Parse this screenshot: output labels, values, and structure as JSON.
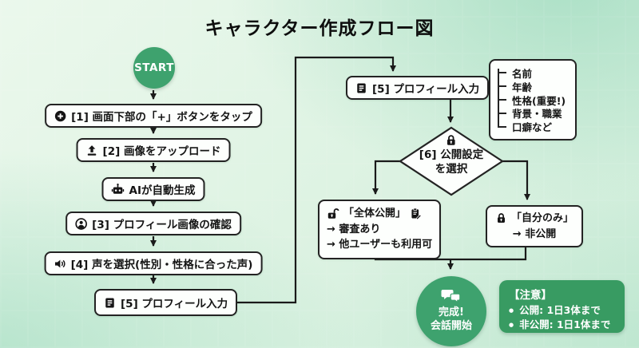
{
  "title": "キャラクター作成フロー図",
  "colors": {
    "accent_green": "#3EA26E",
    "notice_green": "#389B62",
    "line": "#1a1a1a",
    "box_bg": "#fdfffd"
  },
  "flow": {
    "start": "START",
    "steps": [
      {
        "icon": "plus-circle-icon",
        "label": "[1] 画面下部の「+」ボタンをタップ"
      },
      {
        "icon": "upload-icon",
        "label": "[2] 画像をアップロード"
      },
      {
        "icon": "robot-icon",
        "label": "AIが自動生成"
      },
      {
        "icon": "person-icon",
        "label": "[3] プロフィール画像の確認"
      },
      {
        "icon": "speaker-icon",
        "label": "[4] 声を選択(性別・性格に合った声)"
      },
      {
        "icon": "form-icon",
        "label": "[5] プロフィール入力"
      }
    ],
    "profile_box": {
      "icon": "form-icon",
      "label": "[5] プロフィール入力"
    },
    "profile_fields": [
      "名前",
      "年齢",
      "性格(重要!)",
      "背景・職業",
      "口癖など"
    ],
    "decision": {
      "icon": "lock-icon",
      "label_line1": "[6] 公開設定",
      "label_line2": "を選択"
    },
    "branch_public": {
      "icon": "unlock-icon",
      "title": "「全体公開」",
      "trailing_icon": "clipboard-edit-icon",
      "notes": [
        "→ 審査あり",
        "→ 他ユーザーも利用可"
      ]
    },
    "branch_private": {
      "icon": "lock-icon",
      "title": "「自分のみ」",
      "note": "→ 非公開"
    },
    "end": {
      "icon": "chat-icon",
      "label_line1": "完成!",
      "label_line2": "会話開始"
    },
    "notice": {
      "title": "【注意】",
      "items": [
        "公開: 1日3体まで",
        "非公開: 1日1体まで"
      ]
    }
  }
}
